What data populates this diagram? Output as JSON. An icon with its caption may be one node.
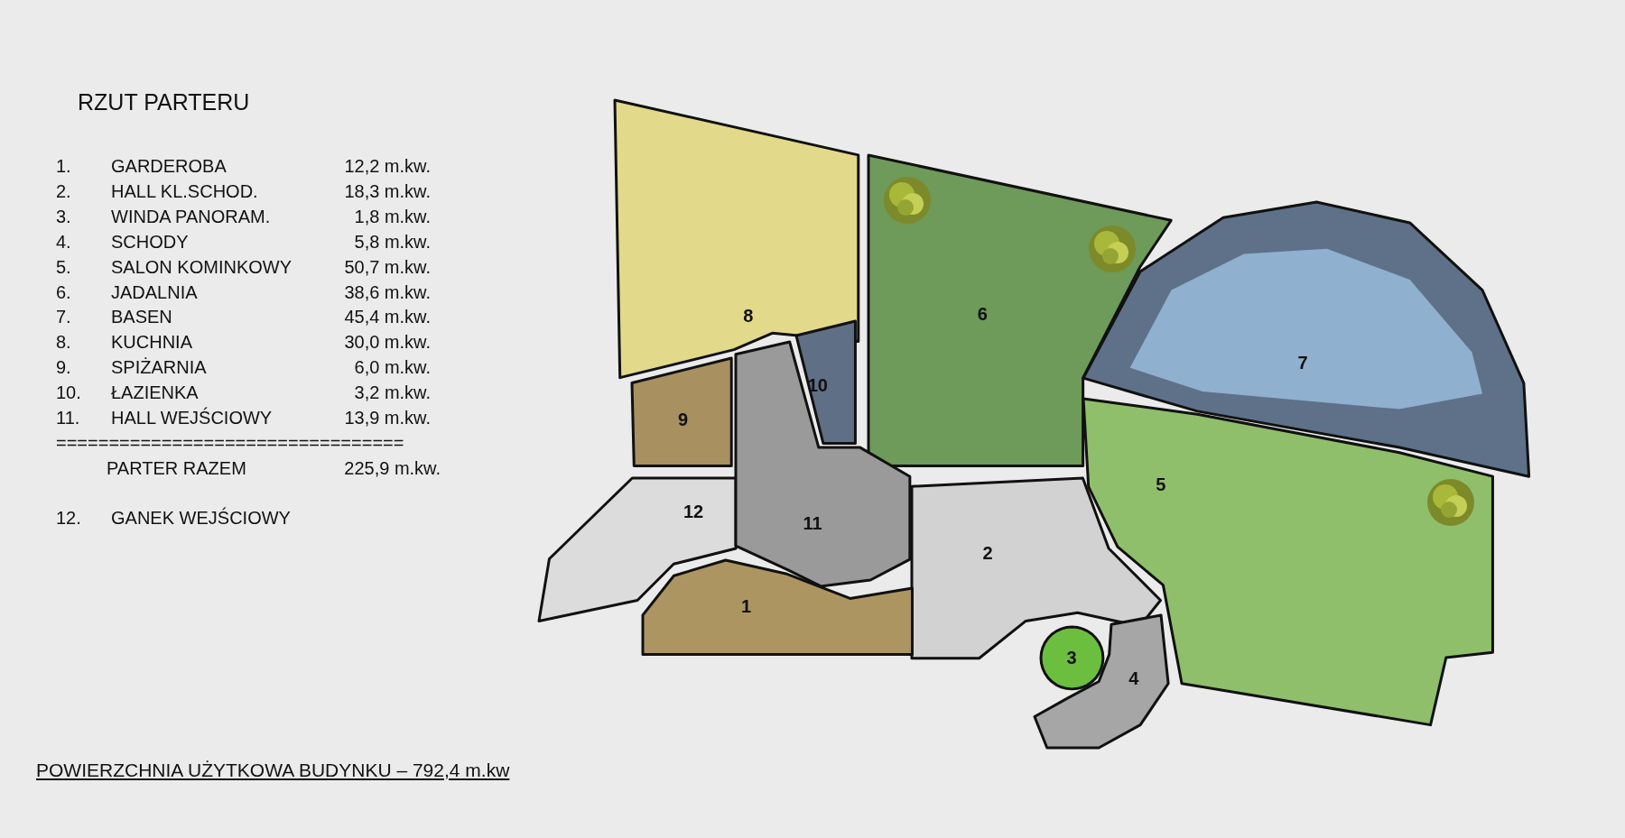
{
  "diagram": {
    "title": "RZUT PARTERU",
    "caption": "POWIERZCHNIA UŻYTKOWA BUDYNKU – 792,4 m.kw",
    "nodes": [
      {
        "text": [
          "8"
        ]
      },
      {
        "text": [
          "6"
        ]
      },
      {
        "text": [
          "7"
        ]
      },
      {
        "text": [
          "10"
        ]
      },
      {
        "text": [
          "9"
        ]
      },
      {
        "text": [
          "5"
        ]
      },
      {
        "text": [
          "12"
        ]
      },
      {
        "text": [
          "11"
        ]
      },
      {
        "text": [
          "2"
        ]
      },
      {
        "text": [
          "1"
        ]
      },
      {
        "text": [
          "3"
        ]
      },
      {
        "text": [
          "4"
        ]
      }
    ],
    "edges": [],
    "labels": [
      "1.",
      "GARDEROBA",
      "12,2 m.kw.",
      "2.",
      "HALL KL.SCHOD.",
      "18,3 m.kw.",
      "3.",
      "WINDA PANORAM.",
      "1,8 m.kw.",
      "4.",
      "SCHODY",
      "5,8 m.kw.",
      "5.",
      "SALON KOMINKOWY",
      "50,7 m.kw.",
      "6.",
      "JADALNIA",
      "38,6 m.kw.",
      "7.",
      "BASEN",
      "45,4 m.kw.",
      "8.",
      "KUCHNIA",
      "30,0 m.kw.",
      "9.",
      "SPIŻARNIA",
      "6,0 m.kw.",
      "10.",
      "ŁAZIENKA",
      "3,2 m.kw.",
      "11.",
      "HALL WEJŚCIOWY",
      "13,9 m.kw.",
      "=================================",
      "PARTER RAZEM",
      "225,9 m.kw.",
      "12.",
      "GANEK WEJŚCIOWY"
    ]
  }
}
